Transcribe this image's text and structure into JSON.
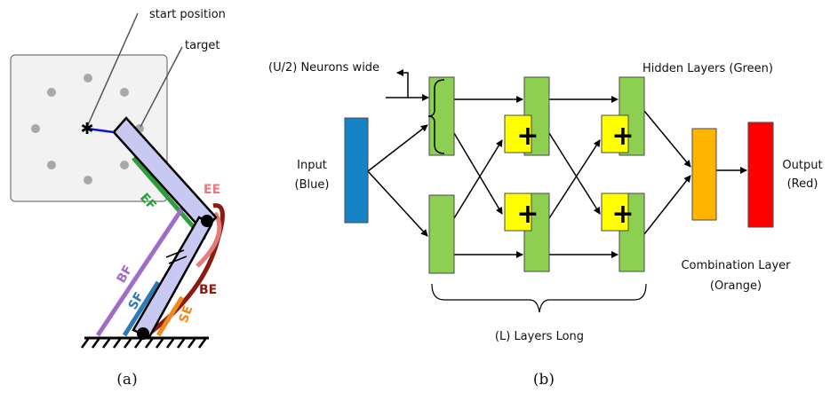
{
  "panel_a": {
    "caption": "(a)",
    "labels": {
      "start_position": "start position",
      "target": "target"
    },
    "muscles": {
      "EF": {
        "label": "EF",
        "color": "#2e9e3a"
      },
      "EE": {
        "label": "EE",
        "color": "#e67b7b"
      },
      "BF": {
        "label": "BF",
        "color": "#a06cc8"
      },
      "BE": {
        "label": "BE",
        "color": "#8b1a10"
      },
      "SF": {
        "label": "SF",
        "color": "#2b7bb8"
      },
      "SE": {
        "label": "SE",
        "color": "#f08a1e"
      }
    },
    "arm_color": "#c7c9f2"
  },
  "panel_b": {
    "caption": "(b)",
    "labels": {
      "neurons_wide": "(U/2) Neurons wide",
      "hidden_layers": "Hidden Layers (Green)",
      "input_line1": "Input",
      "input_line2": "(Blue)",
      "output_line1": "Output",
      "output_line2": "(Red)",
      "combination_line1": "Combination Layer",
      "combination_line2": "(Orange)",
      "layers_long": "(L) Layers Long",
      "plus": "+"
    },
    "colors": {
      "input": "#1583c4",
      "hidden": "#8dcf50",
      "add": "#ffff00",
      "combination": "#ffb400",
      "output": "#ff0000"
    }
  }
}
